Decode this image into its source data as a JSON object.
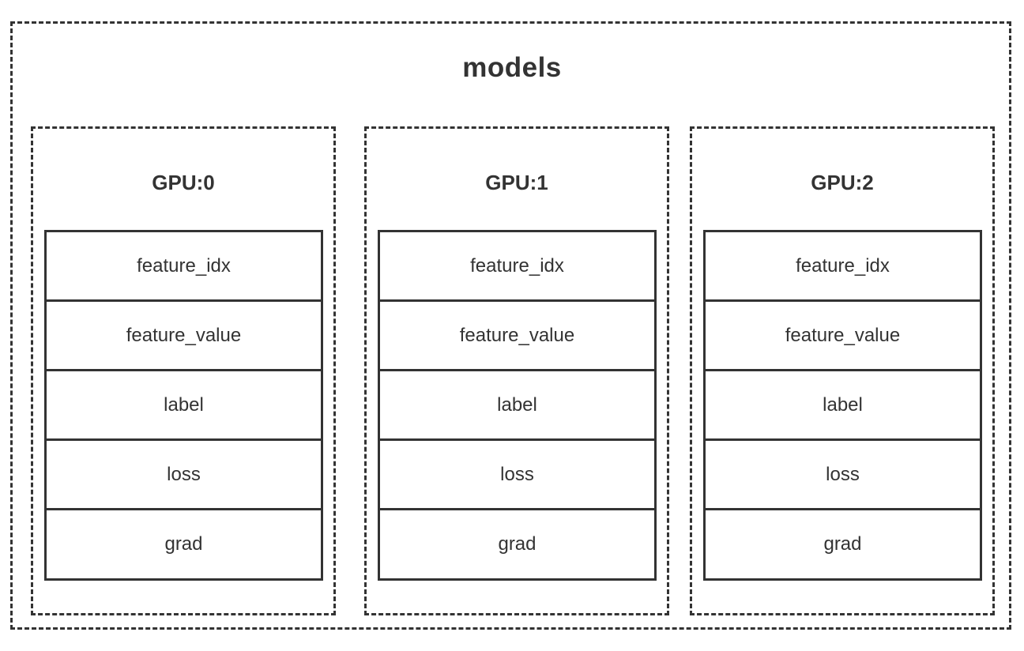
{
  "diagram": {
    "title": "models",
    "gpus": [
      {
        "label": "GPU:0",
        "fields": [
          "feature_idx",
          "feature_value",
          "label",
          "loss",
          "grad"
        ]
      },
      {
        "label": "GPU:1",
        "fields": [
          "feature_idx",
          "feature_value",
          "label",
          "loss",
          "grad"
        ]
      },
      {
        "label": "GPU:2",
        "fields": [
          "feature_idx",
          "feature_value",
          "label",
          "loss",
          "grad"
        ]
      }
    ]
  }
}
